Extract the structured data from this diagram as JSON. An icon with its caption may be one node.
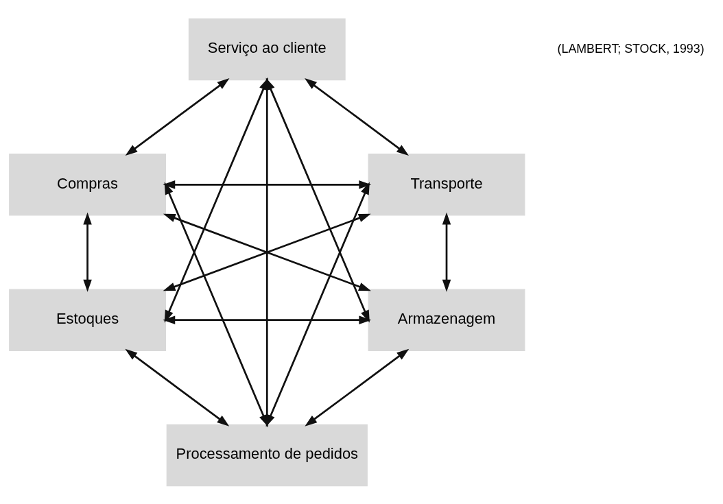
{
  "diagram": {
    "nodes": [
      {
        "text": [
          "Serviço ao cliente"
        ]
      },
      {
        "text": [
          "Compras"
        ]
      },
      {
        "text": [
          "Transporte"
        ]
      },
      {
        "text": [
          "Estoques"
        ]
      },
      {
        "text": [
          "Armazenagem"
        ]
      },
      {
        "text": [
          "Processamento de pedidos"
        ]
      }
    ],
    "edges": [
      {
        "from": 0,
        "to": 1,
        "arrow": "both"
      },
      {
        "from": 0,
        "to": 2,
        "arrow": "both"
      },
      {
        "from": 1,
        "to": 3,
        "arrow": "both"
      },
      {
        "from": 2,
        "to": 4,
        "arrow": "both"
      },
      {
        "from": 3,
        "to": 5,
        "arrow": "both"
      },
      {
        "from": 4,
        "to": 5,
        "arrow": "both"
      },
      {
        "from": 1,
        "to": 2,
        "arrow": "both"
      },
      {
        "from": 3,
        "to": 4,
        "arrow": "both"
      },
      {
        "from": 0,
        "to": 3,
        "arrow": "both"
      },
      {
        "from": 0,
        "to": 4,
        "arrow": "both"
      },
      {
        "from": 0,
        "to": 5,
        "arrow": "both"
      },
      {
        "from": 1,
        "to": 4,
        "arrow": "both"
      },
      {
        "from": 1,
        "to": 5,
        "arrow": "both"
      },
      {
        "from": 2,
        "to": 3,
        "arrow": "both"
      },
      {
        "from": 2,
        "to": 5,
        "arrow": "both"
      }
    ],
    "labels": [
      "(LAMBERT; STOCK, 1993)"
    ]
  }
}
